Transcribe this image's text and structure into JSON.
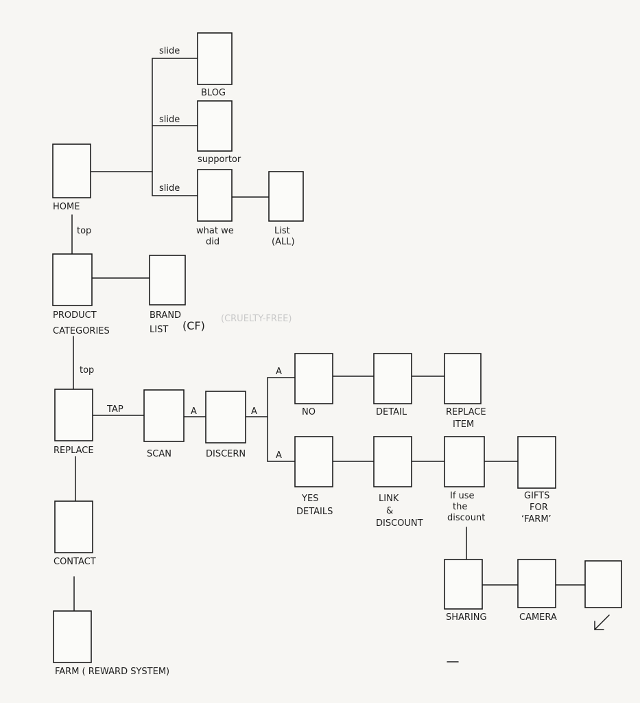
{
  "diagram": {
    "nodes": {
      "home": "HOME",
      "blog": "BLOG",
      "supporter": "supportor",
      "what_we_did": [
        "what we",
        "did"
      ],
      "list_all": [
        "List",
        "(ALL)"
      ],
      "product_categories": [
        "PRODUCT",
        "CATEGORIES"
      ],
      "brand_list": [
        "BRAND",
        "LIST"
      ],
      "brand_list_note": "(CF)",
      "replace": "REPLACE",
      "scan": "SCAN",
      "discern": "DISCERN",
      "no": "NO",
      "detail": "DETAIL",
      "replace_item": [
        "REPLACE",
        "ITEM"
      ],
      "yes_details": [
        "YES",
        "DETAILS"
      ],
      "link_discount": [
        "LINK",
        "&",
        "DISCOUNT"
      ],
      "if_use_discount": [
        "If use",
        "the",
        "discount"
      ],
      "gifts_for_farm": [
        "GIFTS",
        "FOR",
        "‘FARM’"
      ],
      "sharing": "SHARING",
      "camera": "CAMERA",
      "contact": "CONTACT",
      "farm": "FARM ( REWARD SYSTEM)"
    },
    "edge_labels": {
      "slide_1": "slide",
      "slide_2": "slide",
      "slide_3": "slide",
      "top_1": "top",
      "top_2": "top",
      "tap": "TAP",
      "a_scan_discern": "A",
      "a_discern_branch": "A",
      "a_no": "A",
      "a_yes": "A"
    },
    "faint_background_text": "(CRUELTY-FREE)"
  }
}
